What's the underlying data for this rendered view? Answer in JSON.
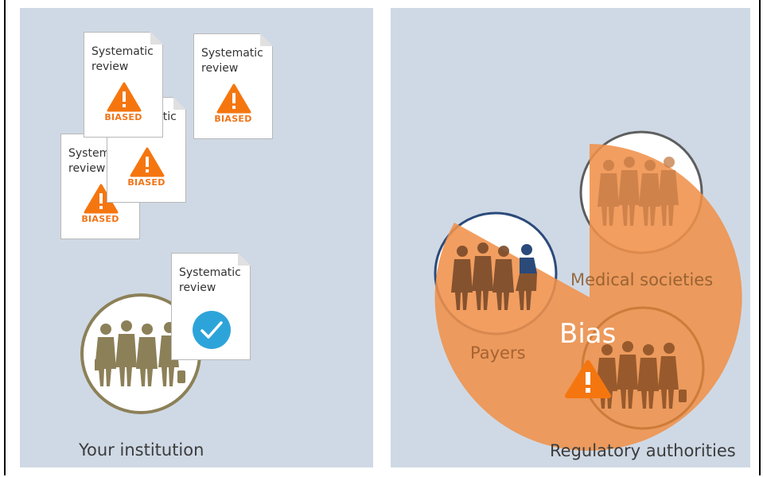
{
  "left_panel": {
    "caption": "Your institution",
    "documents": [
      {
        "title": "Systematic review",
        "badge": "BIASED"
      },
      {
        "title": "Systematic review",
        "badge": "BIASED"
      },
      {
        "title": "Systematic review",
        "badge": "BIASED"
      },
      {
        "title": "Systematic review",
        "badge": "BIASED"
      },
      {
        "title": "Systematic review",
        "badge": ""
      }
    ]
  },
  "right_panel": {
    "bias_label": "Bias",
    "labels": {
      "payers": "Payers",
      "medical_societies": "Medical societies",
      "regulatory_authorities": "Regulatory authorities"
    }
  },
  "colors": {
    "panel_bg": "#cfd9e5",
    "bias_orange": "#f0914a",
    "warning_orange": "#f5760f",
    "check_blue": "#2da4d9",
    "institution_ring": "#8c8058"
  }
}
